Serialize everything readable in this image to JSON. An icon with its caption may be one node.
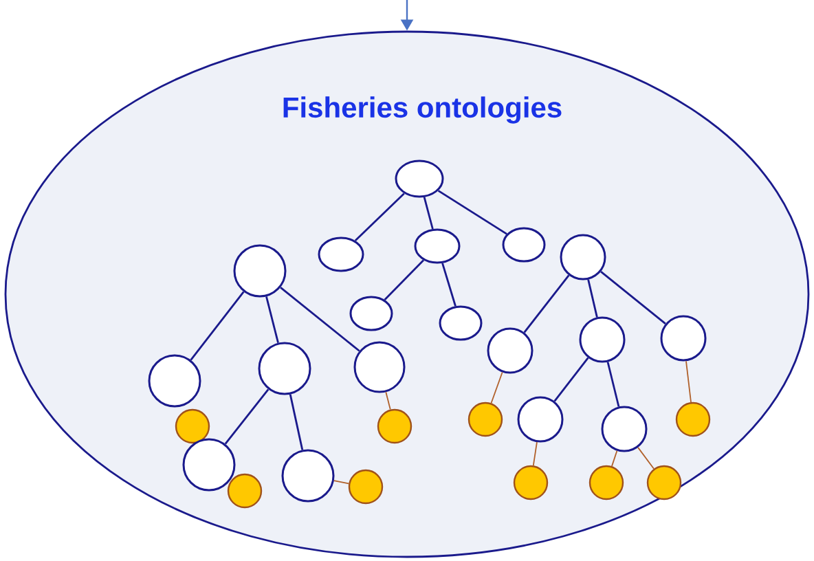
{
  "diagram": {
    "nodes": [
      {
        "text": [
          "Fisheries ontologies"
        ]
      },
      {
        "text": [],
        "shape": "circle",
        "in": 0
      },
      {
        "text": [],
        "shape": "circle",
        "in": 0
      },
      {
        "text": [],
        "shape": "circle",
        "in": 0
      },
      {
        "text": [],
        "shape": "circle",
        "in": 0
      },
      {
        "text": [],
        "shape": "circle",
        "in": 0
      },
      {
        "text": [],
        "shape": "circle",
        "in": 0
      },
      {
        "text": [],
        "shape": "circle",
        "in": 0
      },
      {
        "text": [],
        "shape": "circle",
        "in": 0
      },
      {
        "text": [],
        "shape": "circle",
        "in": 0
      },
      {
        "text": [],
        "shape": "circle",
        "in": 0
      },
      {
        "text": [],
        "shape": "circle",
        "in": 0
      },
      {
        "text": [],
        "shape": "circle",
        "in": 0
      },
      {
        "text": [],
        "shape": "circle",
        "in": 0
      },
      {
        "text": [],
        "shape": "circle",
        "in": 0
      },
      {
        "text": [],
        "shape": "circle",
        "in": 0
      },
      {
        "text": [],
        "shape": "circle",
        "in": 0
      },
      {
        "text": [],
        "shape": "circle",
        "in": 0
      },
      {
        "text": [],
        "shape": "circle",
        "in": 0
      },
      {
        "text": [],
        "shape": "circle",
        "in": 0
      },
      {
        "text": [],
        "shape": "circle",
        "in": 0
      },
      {
        "text": [],
        "shape": "circle",
        "in": 0
      },
      {
        "text": [],
        "shape": "circle",
        "in": 0
      },
      {
        "text": [],
        "shape": "circle",
        "in": 0
      },
      {
        "text": [],
        "shape": "circle",
        "in": 0
      },
      {
        "text": [],
        "shape": "circle",
        "in": 0
      },
      {
        "text": [],
        "shape": "circle",
        "in": 0
      },
      {
        "text": [],
        "shape": "circle",
        "in": 0
      }
    ],
    "edges": [
      {
        "from": null,
        "to": 0,
        "arrow": "to"
      },
      {
        "from": 1,
        "to": 2,
        "arrow": "none"
      },
      {
        "from": 1,
        "to": 3,
        "arrow": "none"
      },
      {
        "from": 1,
        "to": 4,
        "arrow": "none"
      },
      {
        "from": 3,
        "to": 7,
        "arrow": "none"
      },
      {
        "from": 3,
        "to": 8,
        "arrow": "none"
      },
      {
        "from": 5,
        "to": 14,
        "arrow": "none"
      },
      {
        "from": 5,
        "to": 13,
        "arrow": "none"
      },
      {
        "from": 5,
        "to": 12,
        "arrow": "none"
      },
      {
        "from": 13,
        "to": 21,
        "arrow": "none"
      },
      {
        "from": 13,
        "to": 22,
        "arrow": "none"
      },
      {
        "from": 6,
        "to": 11,
        "arrow": "none"
      },
      {
        "from": 6,
        "to": 9,
        "arrow": "none"
      },
      {
        "from": 6,
        "to": 10,
        "arrow": "none"
      },
      {
        "from": 9,
        "to": 18,
        "arrow": "none"
      },
      {
        "from": 9,
        "to": 19,
        "arrow": "none"
      },
      {
        "from": 12,
        "to": 16,
        "arrow": "none",
        "color": "#b0602a"
      },
      {
        "from": 11,
        "to": 17,
        "arrow": "none",
        "color": "#b0602a"
      },
      {
        "from": 10,
        "to": 20,
        "arrow": "none",
        "color": "#b0602a"
      },
      {
        "from": 22,
        "to": 24,
        "arrow": "none",
        "color": "#b0602a"
      },
      {
        "from": 18,
        "to": 25,
        "arrow": "none",
        "color": "#b0602a"
      },
      {
        "from": 19,
        "to": 26,
        "arrow": "none",
        "color": "#b0602a"
      },
      {
        "from": 19,
        "to": 27,
        "arrow": "none",
        "color": "#b0602a"
      }
    ]
  }
}
